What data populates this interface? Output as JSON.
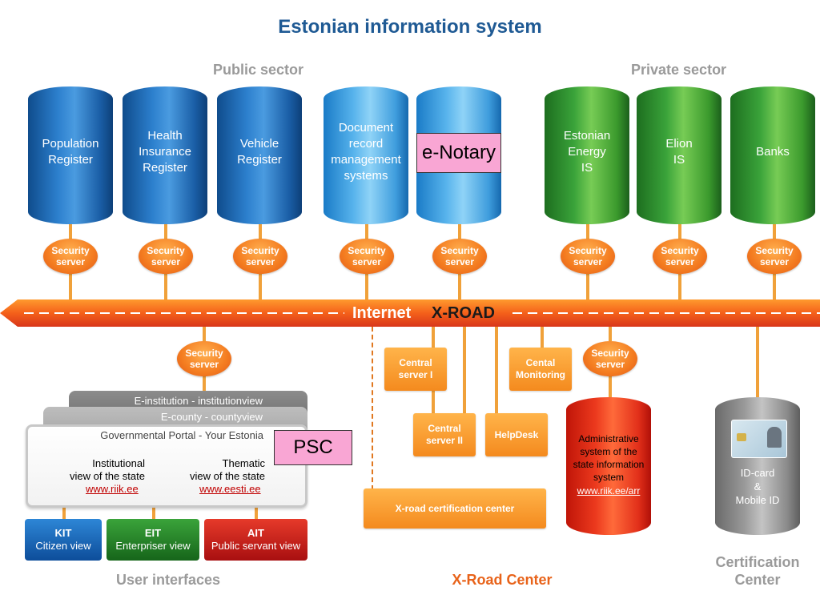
{
  "title": "Estonian information system",
  "sectors": {
    "public": "Public sector",
    "private": "Private sector"
  },
  "registers": [
    {
      "label": "Population\nRegister"
    },
    {
      "label": "Health\nInsurance\nRegister"
    },
    {
      "label": "Vehicle\nRegister"
    },
    {
      "label": "Document\nrecord\nmanagement\nsystems"
    },
    {
      "label": ""
    },
    {
      "label": "Estonian\nEnergy\nIS"
    },
    {
      "label": "Elion\nIS"
    },
    {
      "label": "Banks"
    }
  ],
  "security_server": "Security\nserver",
  "enotary": "e-Notary",
  "xroad": {
    "internet": "Internet",
    "xroad": "X-ROAD"
  },
  "center_boxes": {
    "central1": "Central\nserver I",
    "central2": "Central\nserver II",
    "helpdesk": "HelpDesk",
    "monitoring": "Cental\nMonitoring",
    "certification": "X-road certification center"
  },
  "admin": {
    "text": "Administrative\nsystem of the\nstate information\nsystem",
    "link": "www.riik.ee/arr"
  },
  "idcard": {
    "text": "ID-card\n&\nMobile ID"
  },
  "portal": {
    "einstitution": "E-institution - institutionview",
    "ecounty": "E-county - countyview",
    "portal_title": "Governmental Portal - Your Estonia",
    "inst_text": "Institutional\nview of the state",
    "inst_link": "www.riik.ee",
    "them_text": "Thematic\nview of the state",
    "them_link": "www.eesti.ee"
  },
  "psc": "PSC",
  "ui_buttons": [
    {
      "name": "KIT",
      "sub": "Citizen view"
    },
    {
      "name": "EIT",
      "sub": "Enterpriser view"
    },
    {
      "name": "AIT",
      "sub": "Public servant view"
    }
  ],
  "bottom": {
    "user_interfaces": "User interfaces",
    "xroad_center": "X-Road Center",
    "certification_center": "Certification\nCenter"
  },
  "colors": {
    "blue": "#1f5a94",
    "orange": "#f47c20",
    "green": "#3aa33a",
    "red": "#e02010"
  }
}
